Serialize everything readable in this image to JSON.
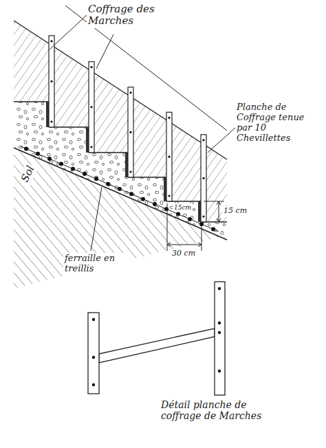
{
  "diagram": {
    "labels": [
      "Coffrage des Marches",
      "Planche de Coffrage tenue par 10 Chevillettes",
      "Sol",
      "15cm",
      "15 cm",
      "30 cm",
      "ferraille en treillis",
      "Détail planche de coffrage de Marches"
    ]
  }
}
